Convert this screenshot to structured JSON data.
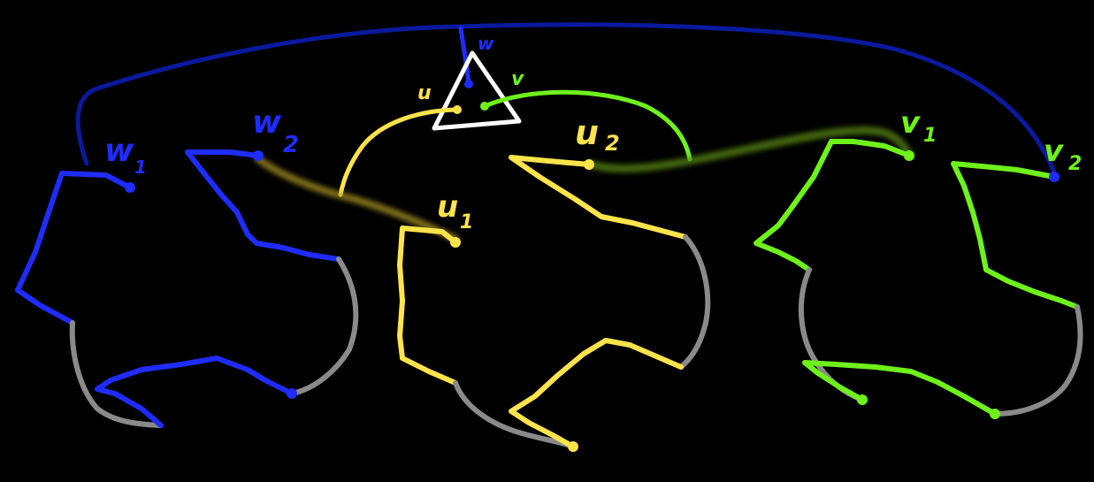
{
  "colors": {
    "background": "#000000",
    "blue": "#1f2cff",
    "dark_blue": "#0a1a9e",
    "yellow": "#ffe34a",
    "green": "#6ef21a",
    "gray": "#8a8a8a",
    "white": "#ffffff",
    "yellow_glow": "#b9a025",
    "green_glow": "#5a8a14"
  },
  "labels": {
    "w": "w",
    "u": "u",
    "v": "v",
    "w1": "w",
    "w1_sub": "1",
    "w2": "w",
    "w2_sub": "2",
    "u1": "u",
    "u1_sub": "1",
    "u2": "u",
    "u2_sub": "2",
    "v1": "v",
    "v1_sub": "1",
    "v2": "v",
    "v2_sub": "2"
  }
}
